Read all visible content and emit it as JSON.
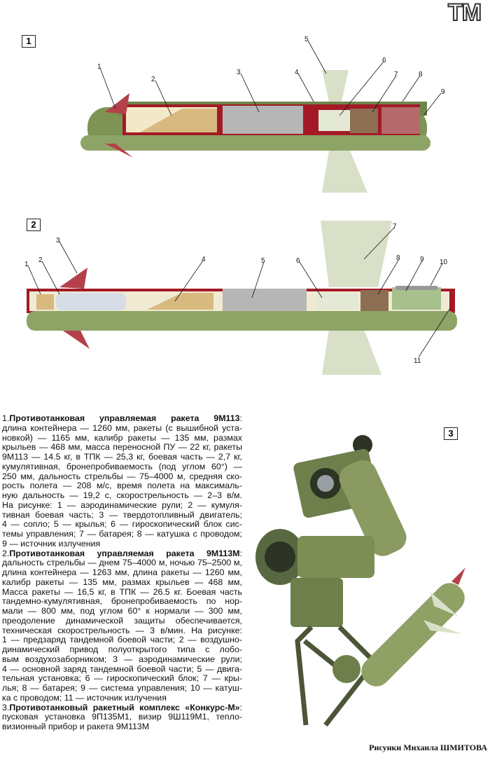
{
  "logo": "ТМ",
  "figures": {
    "fig1": "1",
    "fig2": "2",
    "fig3": "3"
  },
  "fig1_callouts": [
    "1",
    "2",
    "3",
    "4",
    "5",
    "6",
    "7",
    "8",
    "9"
  ],
  "fig2_callouts": [
    "1",
    "2",
    "3",
    "4",
    "5",
    "6",
    "7",
    "8",
    "9",
    "10",
    "11"
  ],
  "text": {
    "p1_num": "1.",
    "p1_title": "Противотанковая управляемая ракета 9М113",
    "p1_lines": [
      "длина контейнера — 1260 мм, ракеты (с вышибной уста-",
      "новкой) — 1165 мм, калибр ракеты — 135 мм, размах",
      "крыльев — 468 мм, масса переносной ПУ — 22 кг, ракеты",
      "9М113 — 14.5 кг, в ТПК — 25,3 кг, боевая часть — 2,7 кг,",
      "кумулятивная, бронепробиваемость (под углом 60°) —",
      "250 мм, дальность стрельбы — 75–4000 м, средняя ско-",
      "рость полета — 208 м/с, время полета на максималь-",
      "ную дальность — 19,2 с, скорострельность — 2–3 в/м.",
      "На рисунке: 1 — аэродинамические рули; 2 — кумуля-",
      "тивная боевая часть; 3 — твердотопливный двигатель;",
      "4 — сопло; 5 — крылья;  6 — гироскопический блок сис-",
      "темы управления; 7 — батарея; 8 — катушка с проводом;",
      "9 — источник излучения"
    ],
    "p2_num": "2.",
    "p2_title": "Противотанковая управляемая ракета 9М113М",
    "p2_lines": [
      "дальность стрельбы — днем 75–4000 м, ночью 75–2500 м,",
      "длина контейнера — 1263 мм, длина ракеты — 1260 мм,",
      "калибр ракеты — 135 мм, размах крыльев — 468 мм,",
      "Масса ракеты — 16,5 кг, в ТПК — 26.5 кг. Боевая часть",
      "тандемно-кумулятивная, бронепробиваемость по нор-",
      "мали — 800 мм, под углом 60° к нормали —  300 мм,",
      "преодоление динамической защиты обеспечивается,",
      "техническая скорострельность — 3 в/мин. На рисунке:",
      "1 — предзаряд тандемной боевой части; 2 — воздушно-",
      "динамический привод полуоткрытого типа с лобо-",
      "вым воздухозаборником; 3 — аэродинамические рули;",
      "4 — основной заряд тандемной боевой части; 5 — двига-",
      "тельная установка; 6 — гироскопический блок; 7 — кры-",
      "лья; 8 — батарея; 9 — система управления; 10 — катуш-",
      "ка с проводом; 11 — источник излучения"
    ],
    "p3_num": "3.",
    "p3_title": "Противотанковый ракетный комплекс «Конкурс-М»",
    "p3_lines": [
      "пусковая установка 9П135М1, визир 9Ш119М1, тепло-",
      "визионный прибор и ракета 9М113М"
    ]
  },
  "credit": "Рисунки Михаила ШМИТОВА"
}
